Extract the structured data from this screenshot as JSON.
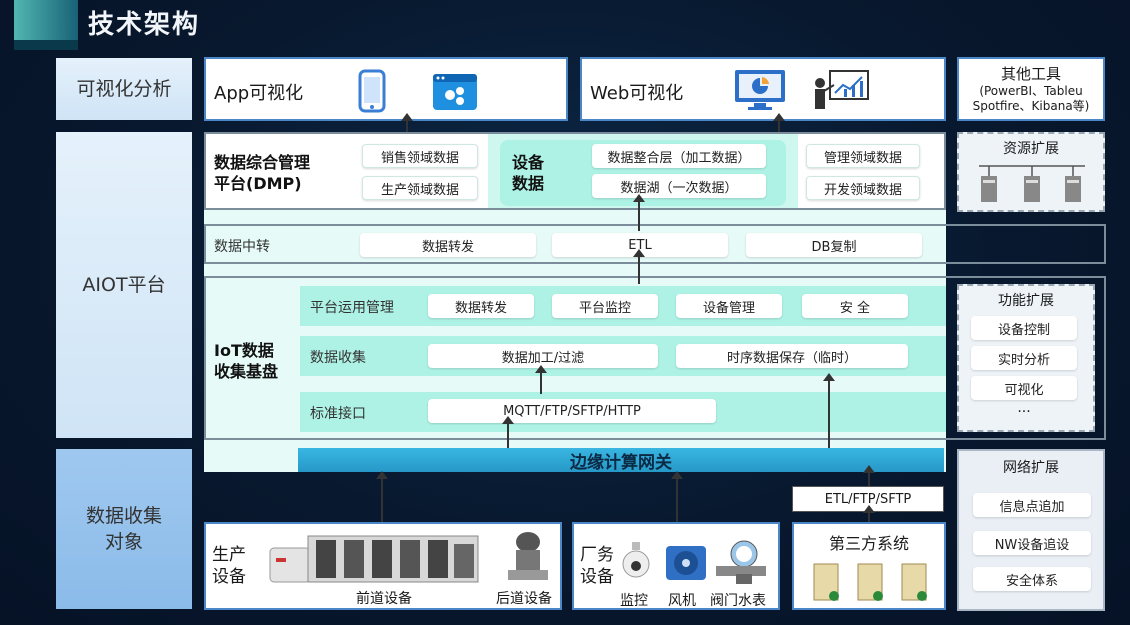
{
  "title": "技术架构",
  "categories": {
    "viz": "可视化分析",
    "aiot": "AIOT平台",
    "collect_line1": "数据收集",
    "collect_line2": "对象"
  },
  "viz": {
    "app_label": "App可视化",
    "web_label": "Web可视化",
    "other_tools_title": "其他工具",
    "other_tools_line1": "(PowerBI、Tableu",
    "other_tools_line2": "Spotfire、Kibana等)"
  },
  "dmp": {
    "title_line1": "数据综合管理",
    "title_line2": "平台(DMP)",
    "left_items": [
      "销售领域数据",
      "生产领域数据"
    ],
    "device_line1": "设备",
    "device_line2": "数据",
    "device_items": [
      "数据整合层（加工数据）",
      "数据湖（一次数据）"
    ],
    "right_items": [
      "管理领域数据",
      "开发领域数据"
    ]
  },
  "resource": {
    "title": "资源扩展"
  },
  "transfer": {
    "label": "数据中转",
    "items": [
      "数据转发",
      "ETL",
      "DB复制"
    ]
  },
  "iot": {
    "title_line1": "IoT数据",
    "title_line2": "收集基盘",
    "row1_label": "平台运用管理",
    "row1_items": [
      "数据转发",
      "平台监控",
      "设备管理",
      "安 全"
    ],
    "row2_label": "数据收集",
    "row2_items": [
      "数据加工/过滤",
      "时序数据保存（临时）"
    ],
    "row3_label": "标准接口",
    "row3_items": [
      "MQTT/FTP/SFTP/HTTP"
    ]
  },
  "function_ext": {
    "title": "功能扩展",
    "items": [
      "设备控制",
      "实时分析",
      "可视化",
      "···"
    ]
  },
  "edge": {
    "label": "边缘计算网关"
  },
  "network_ext": {
    "title": "网络扩展",
    "items": [
      "信息点追加",
      "NW设备追设",
      "安全体系"
    ]
  },
  "etl_box": {
    "label": "ETL/FTP/SFTP"
  },
  "production": {
    "line1": "生产",
    "line2": "设备",
    "front": "前道设备",
    "back": "后道设备"
  },
  "facility": {
    "line1": "厂务",
    "line2": "设备",
    "items": [
      "监控",
      "风机",
      "阀门水表"
    ]
  },
  "third_party": {
    "label": "第三方系统"
  },
  "colors": {
    "accent_blue": "#4a86c8",
    "mint": "#cdf7ef",
    "edge_bar": "#2fa9d8"
  }
}
